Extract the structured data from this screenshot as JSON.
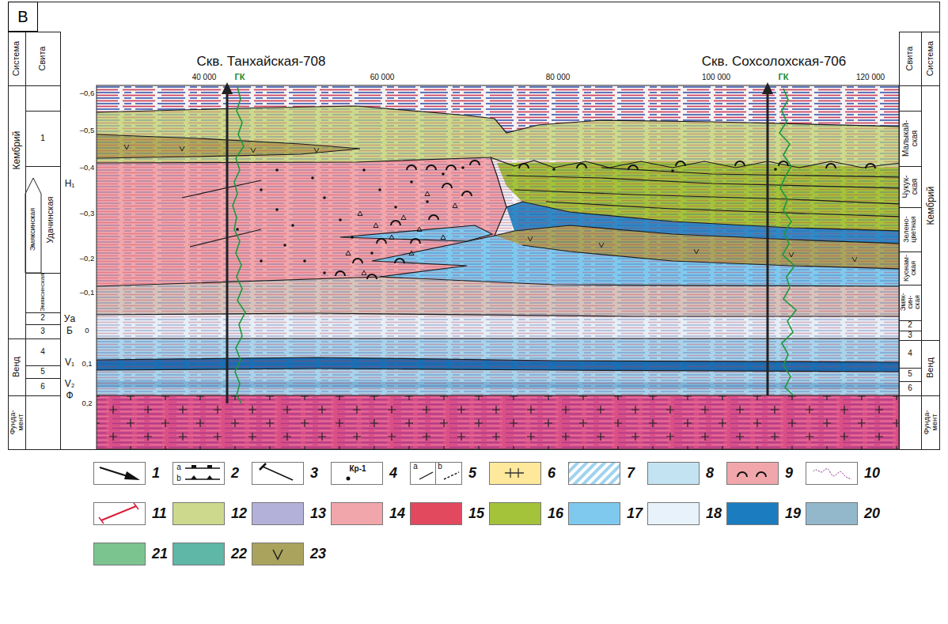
{
  "diagram": {
    "nodes": [
      {
        "text": [
          "В"
        ]
      }
    ],
    "labels": [
      "Система",
      "Свита",
      "Кембрий",
      "1",
      "Удачинская",
      "Эмяксинская",
      "Эмяксинская",
      "2",
      "3",
      "4",
      "5",
      "6",
      "Венд",
      "Фунда-мент",
      "H₁",
      "Уа",
      "Б",
      "V₁",
      "V₂",
      "Ф",
      "–0,6",
      "–0,5",
      "–0,4",
      "–0,3",
      "–0,2",
      "–0,1",
      "0",
      "0,1",
      "0,2",
      "40 000",
      "60 000",
      "80 000",
      "100 000",
      "120 000",
      "Скв. Танхайская-708",
      "ГК",
      "Скв. Сохсолохская-706",
      "ГК",
      "Свита",
      "Система",
      "Малыкай-ская",
      "Чукук-ская",
      "Зелено-цветная",
      "Куонам-ская",
      "Эмяк-син-ская",
      "2",
      "3",
      "4",
      "5",
      "6",
      "Кембрий",
      "Венд",
      "Фунда-мент",
      "a",
      "b",
      "Кр-1",
      "a",
      "b"
    ],
    "legend": [
      {
        "text": "1"
      },
      {
        "text": "2"
      },
      {
        "text": "3"
      },
      {
        "text": "4"
      },
      {
        "text": "5"
      },
      {
        "text": "6"
      },
      {
        "text": "7"
      },
      {
        "text": "8",
        "color": "#c3e3f3"
      },
      {
        "text": "9"
      },
      {
        "text": "10"
      },
      {
        "text": "11"
      },
      {
        "text": "12",
        "color": "#cdd98c"
      },
      {
        "text": "13",
        "color": "#b3b1d9"
      },
      {
        "text": "14",
        "color": "#f1a6ab"
      },
      {
        "text": "15",
        "color": "#e2495f"
      },
      {
        "text": "16",
        "color": "#a4c23a"
      },
      {
        "text": "17",
        "color": "#80c9ee"
      },
      {
        "text": "18",
        "color": "#e8f2fa"
      },
      {
        "text": "19",
        "color": "#1b7dc0"
      },
      {
        "text": "20",
        "color": "#93b8cc"
      },
      {
        "text": "21",
        "color": "#7cc48f"
      },
      {
        "text": "22",
        "color": "#5eb7a7"
      },
      {
        "text": "23"
      }
    ]
  }
}
